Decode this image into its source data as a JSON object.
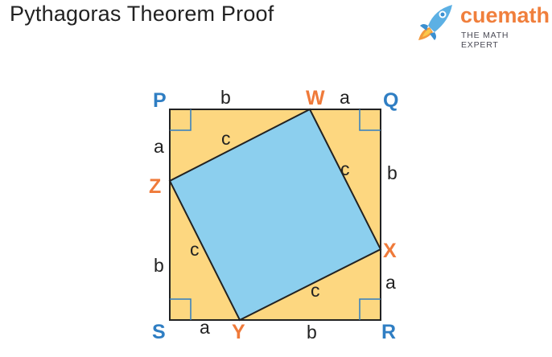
{
  "title": "Pythagoras Theorem Proof",
  "logo": {
    "name": "cuemath",
    "tagline": "THE MATH EXPERT",
    "icon": "rocket-icon"
  },
  "colors": {
    "outer_square_fill": "#fdd780",
    "inner_square_fill": "#8ccfee",
    "outline": "#222222",
    "corner_vertex": "#2f7ec3",
    "side_vertex": "#ef7a3a",
    "logo_text": "#f07f3c"
  },
  "vertices": {
    "P": "P",
    "Q": "Q",
    "R": "R",
    "S": "S",
    "W": "W",
    "X": "X",
    "Y": "Y",
    "Z": "Z"
  },
  "labels": {
    "top_b": "b",
    "top_a": "a",
    "right_b": "b",
    "right_a": "a",
    "bottom_a": "a",
    "bottom_b": "b",
    "left_a": "a",
    "left_b": "b",
    "c_zw": "c",
    "c_wx": "c",
    "c_xy": "c",
    "c_yz": "c"
  }
}
